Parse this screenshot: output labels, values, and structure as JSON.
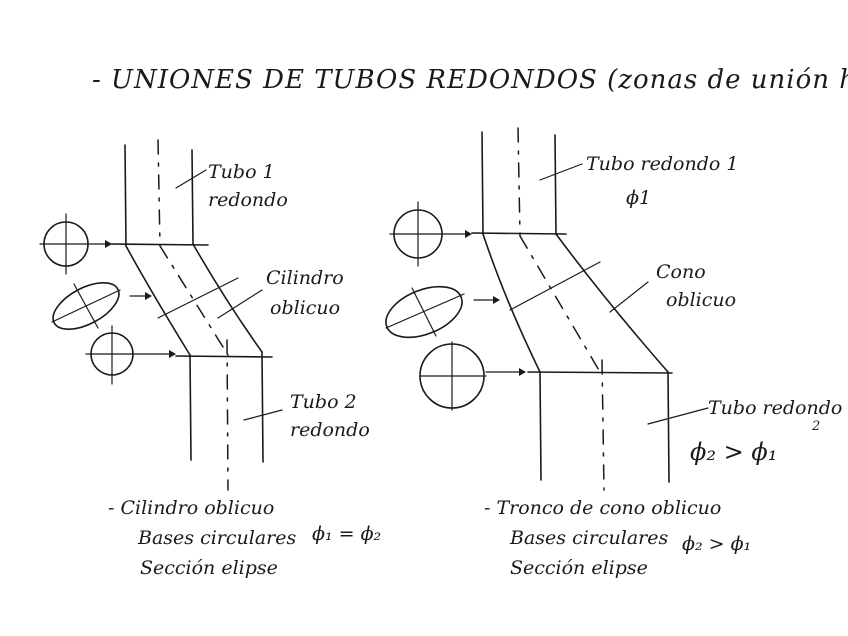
{
  "title": "- UNIONES DE TUBOS REDONDOS (zonas de unión horizontales)",
  "left": {
    "top_tube_label": [
      "Tubo 1",
      "redondo"
    ],
    "middle_label": [
      "Cilindro",
      "oblicuo"
    ],
    "bottom_tube_label": [
      "Tubo 2",
      "redondo"
    ],
    "note_lines": [
      "- Cilindro oblicuo",
      "Bases circulares",
      "Sección elipse"
    ],
    "relation": "ϕ₁ = ϕ₂"
  },
  "right": {
    "top_tube_label": [
      "Tubo redondo 1",
      "ϕ1"
    ],
    "middle_label": [
      "Cono",
      "oblicuo"
    ],
    "bottom_tube_label": [
      "Tubo redondo",
      "2"
    ],
    "diameter_relation": "ϕ₂ > ϕ₁",
    "note_lines": [
      "- Tronco de cono oblicuo",
      "Bases circulares",
      "Sección elipse"
    ],
    "relation": "ϕ₂ > ϕ₁"
  }
}
